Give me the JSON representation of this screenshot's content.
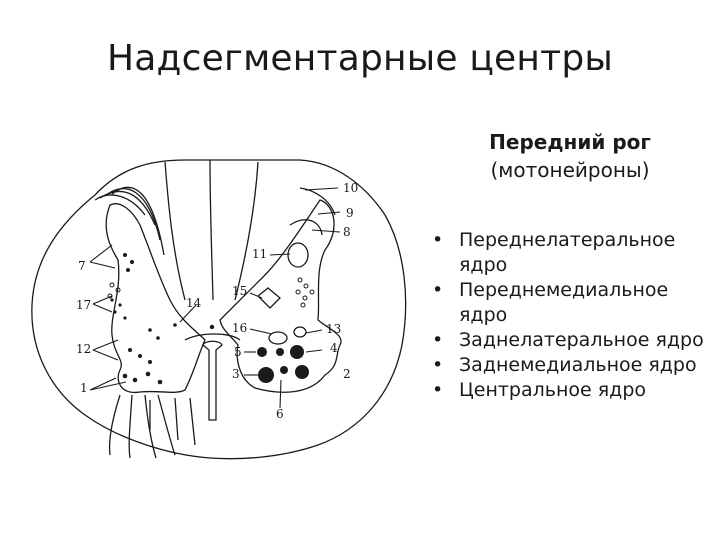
{
  "title": "Надсегментарные центры",
  "heading": {
    "line1": "Передний рог",
    "line2": "(мотонейроны)"
  },
  "bullets": [
    "Переднелатеральное ядро",
    "Переднемедиальное ядро",
    "Заднелатеральное ядро",
    "Заднемедиальное ядро",
    "Центральное ядро"
  ],
  "figure_labels": {
    "l1": "1",
    "l2": "2",
    "l3": "3",
    "l4": "4",
    "l5": "5",
    "l6": "6",
    "l7": "7",
    "l8": "8",
    "l9": "9",
    "l10": "10",
    "l11": "11",
    "l12": "12",
    "l13": "13",
    "l14": "14",
    "l15": "15",
    "l16": "16",
    "l17": "17"
  }
}
